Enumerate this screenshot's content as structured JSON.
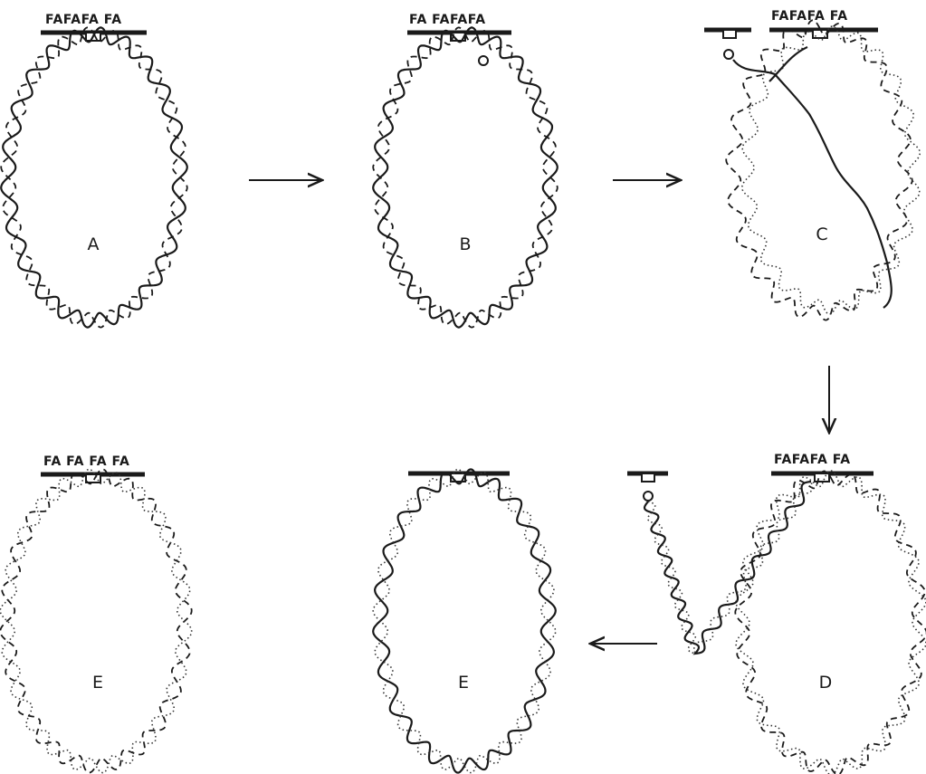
{
  "panels": {
    "a": {
      "letter": "A",
      "sequence": "FAFAFA FA"
    },
    "b": {
      "letter": "B",
      "sequence": "FA FAFAFA"
    },
    "c": {
      "letter": "C",
      "sequence": "FAFAFA FA"
    },
    "d": {
      "letter": "D",
      "sequence": "FAFAFA FA"
    },
    "e_left": {
      "letter": "E",
      "sequence": "FA FA FA FA"
    },
    "e_mid": {
      "letter": "E",
      "sequence": ""
    }
  }
}
